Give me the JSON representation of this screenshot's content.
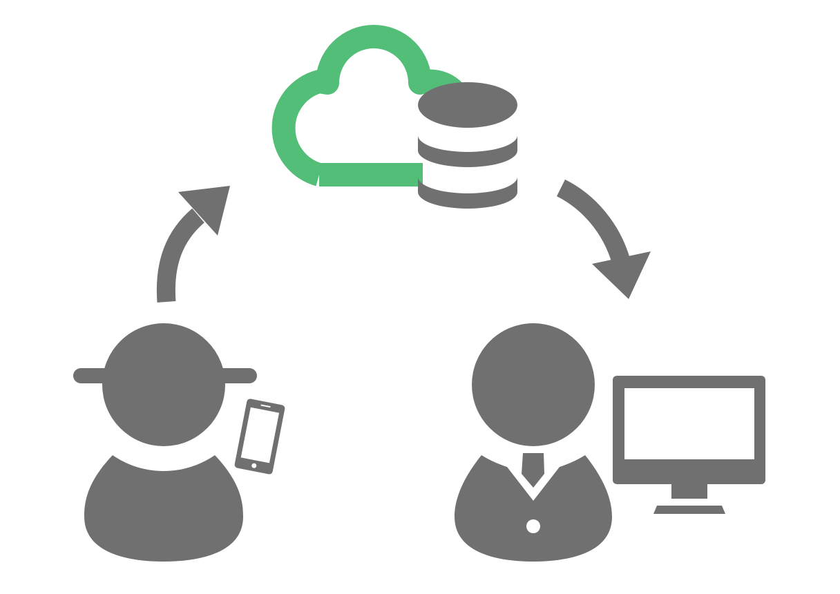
{
  "diagram": {
    "nodes": [
      {
        "id": "cloud-database",
        "icon": "cloud-database-icon"
      },
      {
        "id": "field-worker",
        "icon": "worker-with-hat-icon",
        "device": "smartphone-icon"
      },
      {
        "id": "office-worker",
        "icon": "businessman-icon",
        "device": "desktop-monitor-icon"
      }
    ],
    "flows": [
      {
        "from": "field-worker",
        "to": "cloud-database",
        "icon": "curved-arrow-up-icon"
      },
      {
        "from": "cloud-database",
        "to": "office-worker",
        "icon": "curved-arrow-down-icon"
      }
    ]
  },
  "colors": {
    "icon_gray": "#707070",
    "cloud_green": "#52BE78",
    "background": "#FFFFFF"
  }
}
